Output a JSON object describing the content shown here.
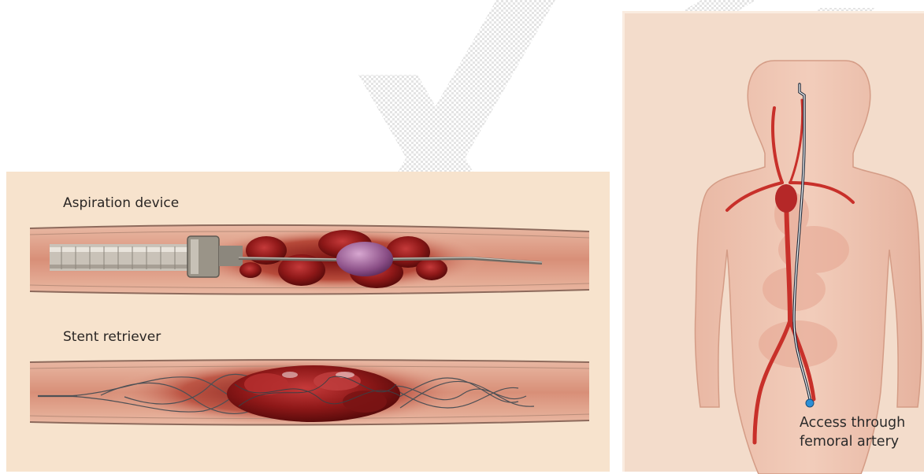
{
  "left_panel": {
    "aspiration_label": "Aspiration device",
    "stent_label": "Stent retriever"
  },
  "right_panel": {
    "access_label_line1": "Access through",
    "access_label_line2": "femoral artery"
  },
  "colors": {
    "background": "#f7e3cd",
    "vessel_wall": "#a07a6a",
    "clot": "#9a1f1f",
    "artery": "#c8302a",
    "catheter": "#1e2a3a",
    "access_dot": "#2c8fd6",
    "watermark": "#e6e6e6"
  }
}
